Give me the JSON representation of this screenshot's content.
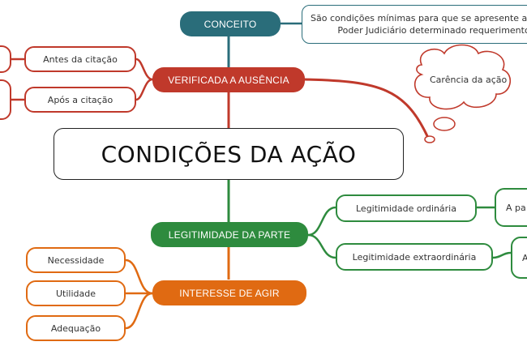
{
  "central": {
    "title": "CONDIÇÕES DA AÇÃO"
  },
  "conceito": {
    "label": "CONCEITO",
    "note_line1": "São condições mínimas para que se apresente ao",
    "note_line2": "Poder Judiciário determinado requerimento."
  },
  "verificada": {
    "label": "VERIFICADA A AUSÊNCIA",
    "children": [
      "Antes da citação",
      "Após a citação"
    ]
  },
  "cloud": {
    "text": "Carência da ação"
  },
  "legitimidade": {
    "label": "LEGITIMIDADE DA PARTE",
    "children": [
      "Legitimidade ordinária",
      "Legitimidade extraordinária"
    ],
    "cutoff": [
      "A pa",
      "A"
    ]
  },
  "interesse": {
    "label": "INTERESSE DE AGIR",
    "children": [
      "Necessidade",
      "Utilidade",
      "Adequação"
    ]
  },
  "colors": {
    "teal": "#2a6d7a",
    "red": "#c0392b",
    "green": "#2e8b3e",
    "orange": "#e06a12"
  }
}
